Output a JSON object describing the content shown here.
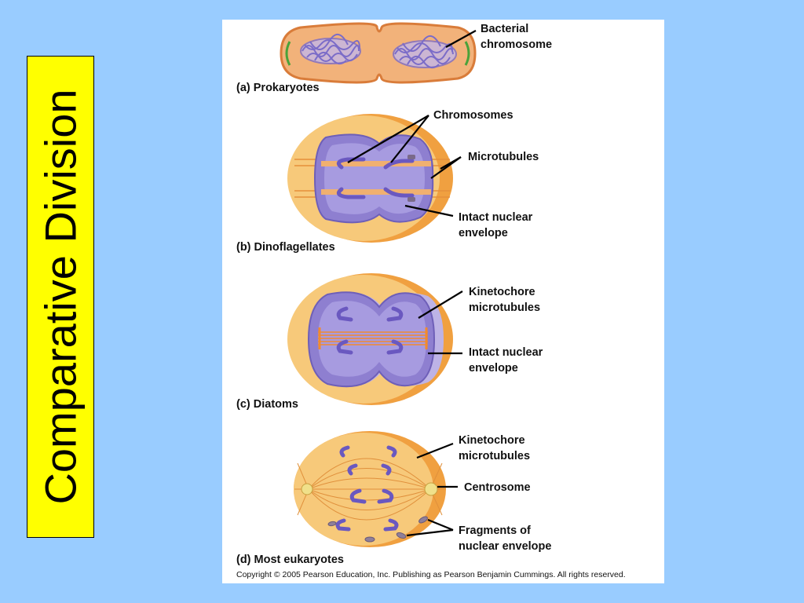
{
  "slide": {
    "title": "Comparative Division",
    "colors": {
      "background": "#99ccff",
      "title_box": "#ffff00",
      "cytoplasm": "#f7c97a",
      "cell_edge": "#f0a040",
      "nucleus": "#9b8fd6",
      "chromosome": "#8a78d0",
      "panel": "#ffffff"
    }
  },
  "figure": {
    "panels": [
      {
        "caption": "(a) Prokaryotes",
        "labels": [
          "Bacterial chromosome"
        ]
      },
      {
        "caption": "(b) Dinoflagellates",
        "labels": [
          "Chromosomes",
          "Microtubules",
          "Intact nuclear envelope"
        ]
      },
      {
        "caption": "(c) Diatoms",
        "labels": [
          "Kinetochore microtubules",
          "Intact nuclear envelope"
        ]
      },
      {
        "caption": "(d) Most eukaryotes",
        "labels": [
          "Kinetochore microtubules",
          "Centrosome",
          "Fragments of nuclear envelope"
        ]
      }
    ],
    "text": {
      "a_label_1": "Bacterial",
      "a_label_2": "chromosome",
      "a_caption": "(a) Prokaryotes",
      "b_label_chromosomes": "Chromosomes",
      "b_label_microtubules": "Microtubules",
      "b_label_envelope_1": "Intact nuclear",
      "b_label_envelope_2": "envelope",
      "b_caption": "(b) Dinoflagellates",
      "c_label_kinetochore_1": "Kinetochore",
      "c_label_kinetochore_2": "microtubules",
      "c_label_envelope_1": "Intact nuclear",
      "c_label_envelope_2": "envelope",
      "c_caption": "(c) Diatoms",
      "d_label_kinetochore_1": "Kinetochore",
      "d_label_kinetochore_2": "microtubules",
      "d_label_centrosome": "Centrosome",
      "d_label_fragments_1": "Fragments of",
      "d_label_fragments_2": "nuclear envelope",
      "d_caption": "(d) Most eukaryotes",
      "copyright": "Copyright © 2005 Pearson Education, Inc. Publishing as Pearson Benjamin Cummings. All rights reserved."
    }
  }
}
